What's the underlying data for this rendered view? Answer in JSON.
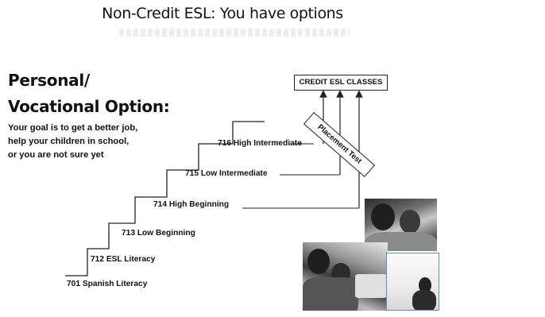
{
  "title": "Non-Credit ESL: You have options",
  "heading_line1": "Personal/",
  "heading_line2": "Vocational Option:",
  "goal_lines": [
    "Your goal is to get a better job,",
    "help your children in school,",
    "or you are not sure yet"
  ],
  "steps": [
    {
      "label": "701 Spanish Literacy"
    },
    {
      "label": "712  ESL Literacy"
    },
    {
      "label": "713  Low Beginning"
    },
    {
      "label": "714  High Beginning"
    },
    {
      "label": "715  Low Intermediate"
    },
    {
      "label": "716  High Intermediate"
    }
  ],
  "credit_box": "CREDIT ESL CLASSES",
  "placement_test": "Placement Test",
  "photos": [
    "photo-students-at-table",
    "photo-woman-and-child",
    "photo-woman-portrait"
  ],
  "colors": {
    "line": "#222222",
    "photo_border": "#5b8fc7"
  }
}
